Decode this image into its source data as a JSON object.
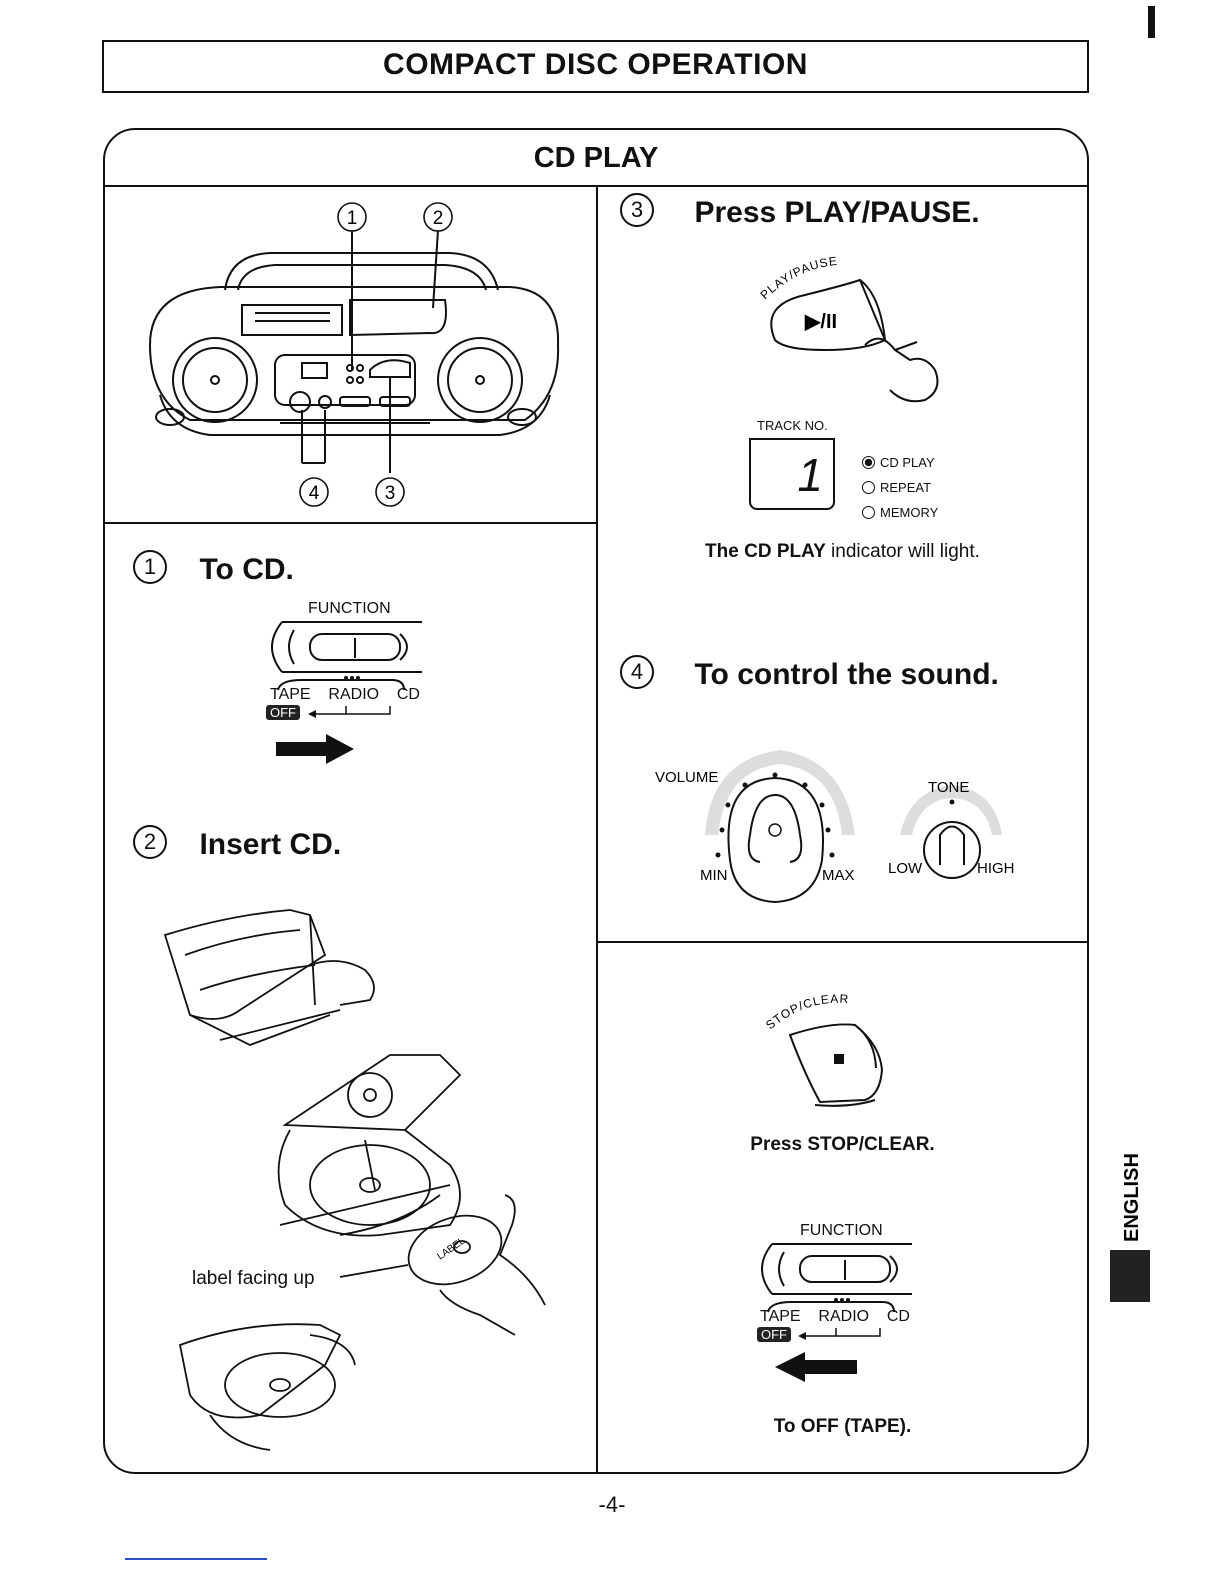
{
  "header": {
    "title": "COMPACT DISC OPERATION"
  },
  "section": {
    "title": "CD PLAY"
  },
  "device_diagram": {
    "callouts": [
      "1",
      "2",
      "4",
      "3"
    ]
  },
  "step1": {
    "number": "1",
    "heading": "To CD.",
    "function_label": "FUNCTION",
    "positions": [
      "TAPE",
      "RADIO",
      "CD"
    ],
    "off_badge": "OFF"
  },
  "step2": {
    "number": "2",
    "heading": "Insert CD.",
    "label_note": "label facing up",
    "disc_label": "LABEL"
  },
  "step3": {
    "number": "3",
    "heading": "Press PLAY/PAUSE.",
    "button_arc_label": "PLAY/PAUSE",
    "button_symbol": "▶/II",
    "track_label": "TRACK  NO.",
    "track_value": "1",
    "indicators": [
      "CD PLAY",
      "REPEAT",
      "MEMORY"
    ],
    "caption_bold": "The CD PLAY",
    "caption_rest": " indicator will light."
  },
  "step4": {
    "number": "4",
    "heading": "To control the sound.",
    "volume_label": "VOLUME",
    "min_label": "MIN",
    "max_label": "MAX",
    "tone_label": "TONE",
    "low_label": "LOW",
    "high_label": "HIGH"
  },
  "stop": {
    "arc_label": "STOP/CLEAR",
    "caption": "Press STOP/CLEAR.",
    "function_label": "FUNCTION",
    "positions": [
      "TAPE",
      "RADIO",
      "CD"
    ],
    "off_badge": "OFF",
    "final_caption": "To OFF (TAPE)."
  },
  "side_tab": {
    "text": "ENGLISH"
  },
  "footer": {
    "page": "-4-"
  }
}
